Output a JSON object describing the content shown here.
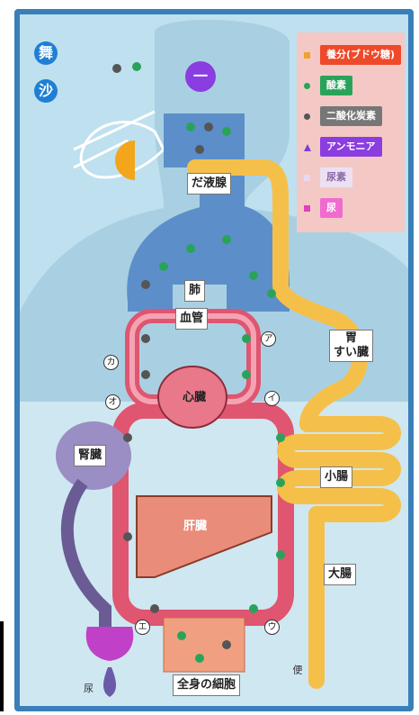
{
  "corner_tags": [
    "舞",
    "沙"
  ],
  "mouth_circle_label": "一",
  "legend": [
    {
      "label": "養分(ブドウ糖)",
      "color": "#ee4a2a",
      "symbol": "square",
      "symbol_color": "#f2a233"
    },
    {
      "label": "酸素",
      "color": "#2aa35a",
      "symbol": "dot",
      "symbol_color": "#2aa35a"
    },
    {
      "label": "二酸化炭素",
      "color": "#777777",
      "symbol": "dot",
      "symbol_color": "#555555"
    },
    {
      "label": "アンモニア",
      "color": "#8b3de0",
      "symbol": "triangle",
      "symbol_color": "#7b3fd0"
    },
    {
      "label": "尿素",
      "color": "#ece1f2",
      "symbol": "square",
      "symbol_color": "#e8d8f2",
      "text_color": "#8a6aa8"
    },
    {
      "label": "尿",
      "color": "#f06bd0",
      "symbol": "square",
      "symbol_color": "#e040c0"
    }
  ],
  "organs": {
    "salivary": "だ液腺",
    "lung": "肺",
    "vessel": "血管",
    "heart": "心臓",
    "stomach": "胃\nすい臓",
    "small_intestine": "小腸",
    "large_intestine": "大腸",
    "kidney": "腎臓",
    "liver": "肝臓",
    "cells": "全身の細胞",
    "urine": "尿",
    "feces": "便"
  },
  "markers": {
    "a": "ア",
    "i": "イ",
    "u": "ウ",
    "e": "エ",
    "o": "オ",
    "ka": "カ"
  },
  "colors": {
    "vessel": "#e05570",
    "vessel_light": "#f4a3b3",
    "gut": "#f5c04a",
    "body": "#9ccbe0",
    "lung": "#5c8fc9",
    "kidney": "#9b8ec4",
    "liver": "#e98c7a"
  }
}
